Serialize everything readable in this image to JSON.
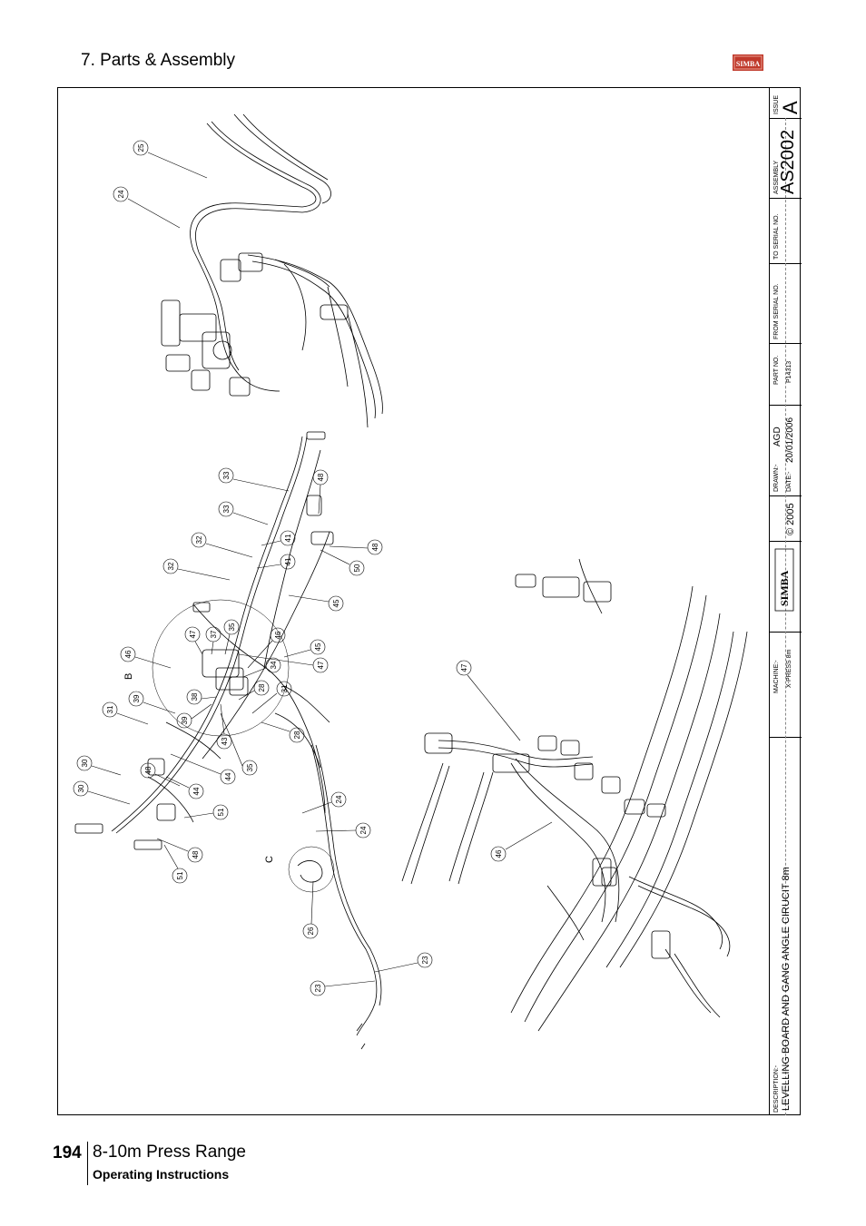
{
  "header": {
    "section_title": "7. Parts & Assembly",
    "logo_text": "SIMBA"
  },
  "title_block": {
    "issue_label": "ISSUE",
    "issue_value": "A",
    "assembly_label": "ASSEMBLY",
    "assembly_value": "AS2002",
    "to_serial_label": "TO SERIAL NO.",
    "from_serial_label": "FROM SERIAL NO.",
    "part_no_label": "PART NO.",
    "part_no_value": "P14313",
    "drawn_label": "DRAWN:-",
    "drawn_value": "AGD",
    "date_label": "DATE:-",
    "date_value": "20/01/2006",
    "logo_text": "SIMBA",
    "copyright": "© 2005",
    "machine_label": "MACHINE:-",
    "machine_value": "X-PRESS 8m",
    "description_label": "DESCRIPTION:-",
    "description_value": "LEVELLING BOARD AND GANG ANGLE CIRUCIT 8m"
  },
  "diagram": {
    "detail_labels": [
      "B",
      "C"
    ],
    "callouts": [
      "25",
      "24",
      "33",
      "33",
      "48",
      "32",
      "41",
      "41",
      "48",
      "32",
      "50",
      "45",
      "47",
      "37",
      "35",
      "46",
      "46",
      "34",
      "45",
      "47",
      "31",
      "39",
      "38",
      "28",
      "31",
      "39",
      "43",
      "28",
      "30",
      "48",
      "44",
      "35",
      "30",
      "44",
      "51",
      "24",
      "24",
      "48",
      "51",
      "26",
      "23",
      "23",
      "47",
      "46"
    ]
  },
  "footer": {
    "page_number": "194",
    "title": "8-10m Press Range",
    "subtitle": "Operating Instructions"
  }
}
